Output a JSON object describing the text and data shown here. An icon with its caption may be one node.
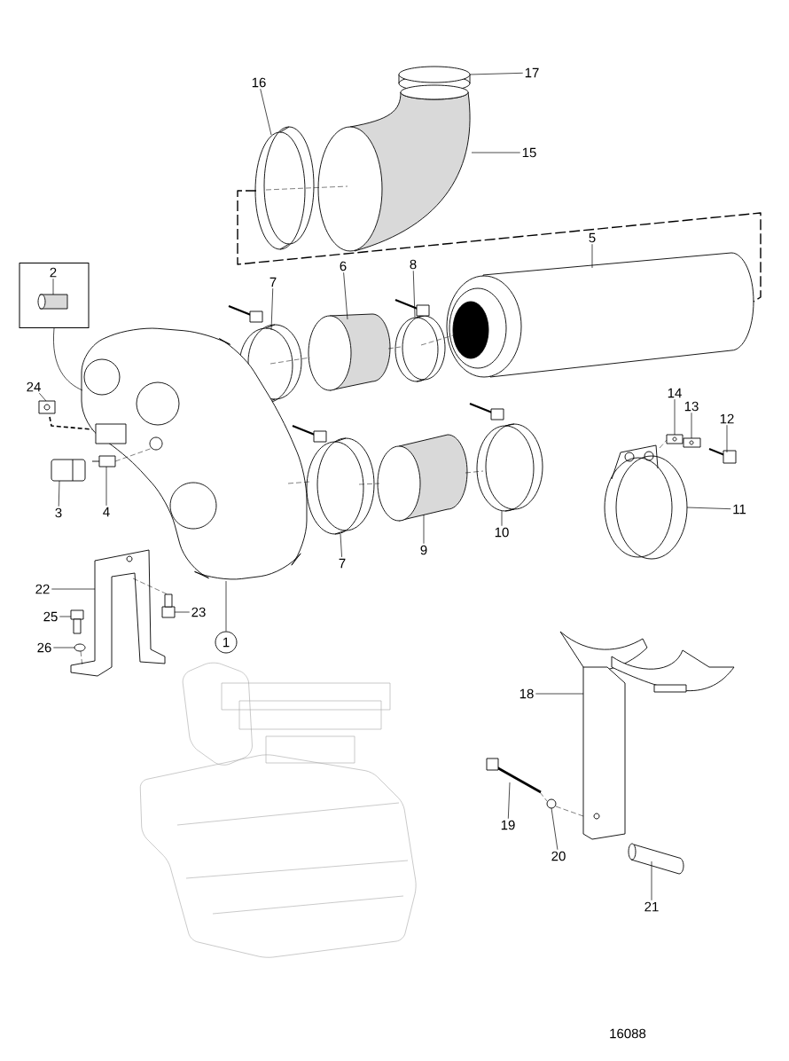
{
  "diagram": {
    "nodes": [
      {
        "text": [
          "17"
        ]
      },
      {
        "text": [
          "16"
        ]
      },
      {
        "text": [
          "15"
        ]
      },
      {
        "text": [
          "5"
        ]
      },
      {
        "text": [
          "6"
        ]
      },
      {
        "text": [
          "8"
        ]
      },
      {
        "text": [],
        "shape": "box"
      },
      {
        "text": [
          "2"
        ],
        "in": 6
      },
      {
        "text": [
          "7"
        ]
      },
      {
        "text": [
          "24"
        ]
      },
      {
        "text": [
          "14"
        ]
      },
      {
        "text": [
          "13"
        ]
      },
      {
        "text": [
          "12"
        ]
      },
      {
        "text": [
          "3"
        ]
      },
      {
        "text": [
          "4"
        ]
      },
      {
        "text": [
          "9"
        ]
      },
      {
        "text": [
          "10"
        ]
      },
      {
        "text": [
          "11"
        ]
      },
      {
        "text": [
          "7"
        ]
      },
      {
        "text": [
          "22"
        ]
      },
      {
        "text": [
          "23"
        ]
      },
      {
        "text": [
          "25"
        ]
      },
      {
        "text": [
          "1"
        ]
      },
      {
        "text": [
          "26"
        ]
      },
      {
        "text": [
          "18"
        ]
      },
      {
        "text": [
          "19"
        ]
      },
      {
        "text": [
          "20"
        ]
      },
      {
        "text": [
          "21"
        ]
      },
      {
        "text": [],
        "shape": "picture"
      },
      {
        "text": [],
        "shape": "picture"
      },
      {
        "text": [],
        "shape": "picture"
      },
      {
        "text": [],
        "shape": "cylinder"
      },
      {
        "text": [],
        "shape": "cylinder"
      },
      {
        "text": [],
        "shape": "picture"
      },
      {
        "text": [],
        "shape": "cylinder",
        "in": 6
      },
      {
        "text": [],
        "shape": "picture"
      },
      {
        "text": [],
        "shape": "picture"
      },
      {
        "text": [],
        "shape": "box"
      },
      {
        "text": [],
        "shape": "box"
      },
      {
        "text": [],
        "shape": "picture"
      },
      {
        "text": [],
        "shape": "picture"
      },
      {
        "text": [],
        "shape": "picture"
      },
      {
        "text": [],
        "shape": "picture"
      },
      {
        "text": [],
        "shape": "picture"
      },
      {
        "text": [],
        "shape": "circle"
      },
      {
        "text": [],
        "shape": "picture"
      },
      {
        "text": [],
        "shape": "picture"
      },
      {
        "text": [],
        "shape": "picture"
      },
      {
        "text": [],
        "shape": "picture"
      },
      {
        "text": [],
        "shape": "picture"
      },
      {
        "text": [],
        "shape": "circle"
      },
      {
        "text": [],
        "shape": "picture"
      },
      {
        "text": [],
        "shape": "picture"
      },
      {
        "text": [],
        "shape": "circle"
      },
      {
        "text": [],
        "shape": "picture"
      }
    ],
    "edges": [
      {
        "from": 0,
        "to": 28,
        "arrow": "none"
      },
      {
        "from": 1,
        "to": 29,
        "arrow": "none"
      },
      {
        "from": 2,
        "to": 30,
        "arrow": "none"
      },
      {
        "from": 3,
        "to": 32,
        "arrow": "none"
      },
      {
        "from": 4,
        "to": 31,
        "arrow": "none"
      },
      {
        "from": 5,
        "to": 33,
        "arrow": "none"
      },
      {
        "from": 6,
        "to": 49,
        "arrow": "none"
      },
      {
        "from": 7,
        "to": 34,
        "arrow": "none"
      },
      {
        "from": 8,
        "to": 35,
        "arrow": "none"
      },
      {
        "from": 9,
        "to": 36,
        "arrow": "none"
      },
      {
        "from": 10,
        "to": 37,
        "arrow": "none"
      },
      {
        "from": 11,
        "to": 38,
        "arrow": "none"
      },
      {
        "from": 12,
        "to": 39,
        "arrow": "none"
      },
      {
        "from": 13,
        "to": 40,
        "arrow": "none"
      },
      {
        "from": 14,
        "to": 41,
        "arrow": "none"
      },
      {
        "from": 15,
        "to": 42,
        "arrow": "none"
      },
      {
        "from": 16,
        "to": 43,
        "arrow": "none"
      },
      {
        "from": 17,
        "to": 44,
        "arrow": "none"
      },
      {
        "from": 18,
        "to": 45,
        "arrow": "none"
      },
      {
        "from": 19,
        "to": 46,
        "arrow": "none"
      },
      {
        "from": 20,
        "to": 47,
        "arrow": "none"
      },
      {
        "from": 21,
        "to": 48,
        "arrow": "none"
      },
      {
        "from": 22,
        "to": 49,
        "arrow": "none"
      },
      {
        "from": 23,
        "to": 50,
        "arrow": "none"
      },
      {
        "from": 24,
        "to": 51,
        "arrow": "none"
      },
      {
        "from": 25,
        "to": 52,
        "arrow": "none"
      },
      {
        "from": 26,
        "to": 53,
        "arrow": "none"
      },
      {
        "from": 27,
        "to": 54,
        "arrow": "none"
      },
      {
        "from": 29,
        "to": 30,
        "arrow": "none",
        "style": "dashed"
      },
      {
        "from": 29,
        "to": 32,
        "arrow": "none",
        "style": "dashed"
      },
      {
        "from": 35,
        "to": 31,
        "arrow": "none",
        "style": "dashed"
      },
      {
        "from": 31,
        "to": 33,
        "arrow": "none",
        "style": "dashed"
      },
      {
        "from": 33,
        "to": 32,
        "arrow": "none",
        "style": "dashed"
      },
      {
        "from": 49,
        "to": 45,
        "arrow": "none",
        "style": "dashed"
      },
      {
        "from": 45,
        "to": 42,
        "arrow": "none",
        "style": "dashed"
      },
      {
        "from": 42,
        "to": 43,
        "arrow": "none",
        "style": "dashed"
      },
      {
        "from": 44,
        "to": 37,
        "arrow": "none",
        "style": "dashed"
      },
      {
        "from": 46,
        "to": 47,
        "arrow": "none",
        "style": "dashed"
      },
      {
        "from": 41,
        "to": 49,
        "arrow": "none",
        "style": "dashed"
      },
      {
        "from": 52,
        "to": 53,
        "arrow": "none",
        "style": "dashed"
      },
      {
        "from": 53,
        "to": 51,
        "arrow": "none",
        "style": "dashed"
      },
      {
        "from": 50,
        "to": 46,
        "arrow": "none",
        "style": "dashed"
      }
    ],
    "labels": [
      "16088"
    ]
  }
}
